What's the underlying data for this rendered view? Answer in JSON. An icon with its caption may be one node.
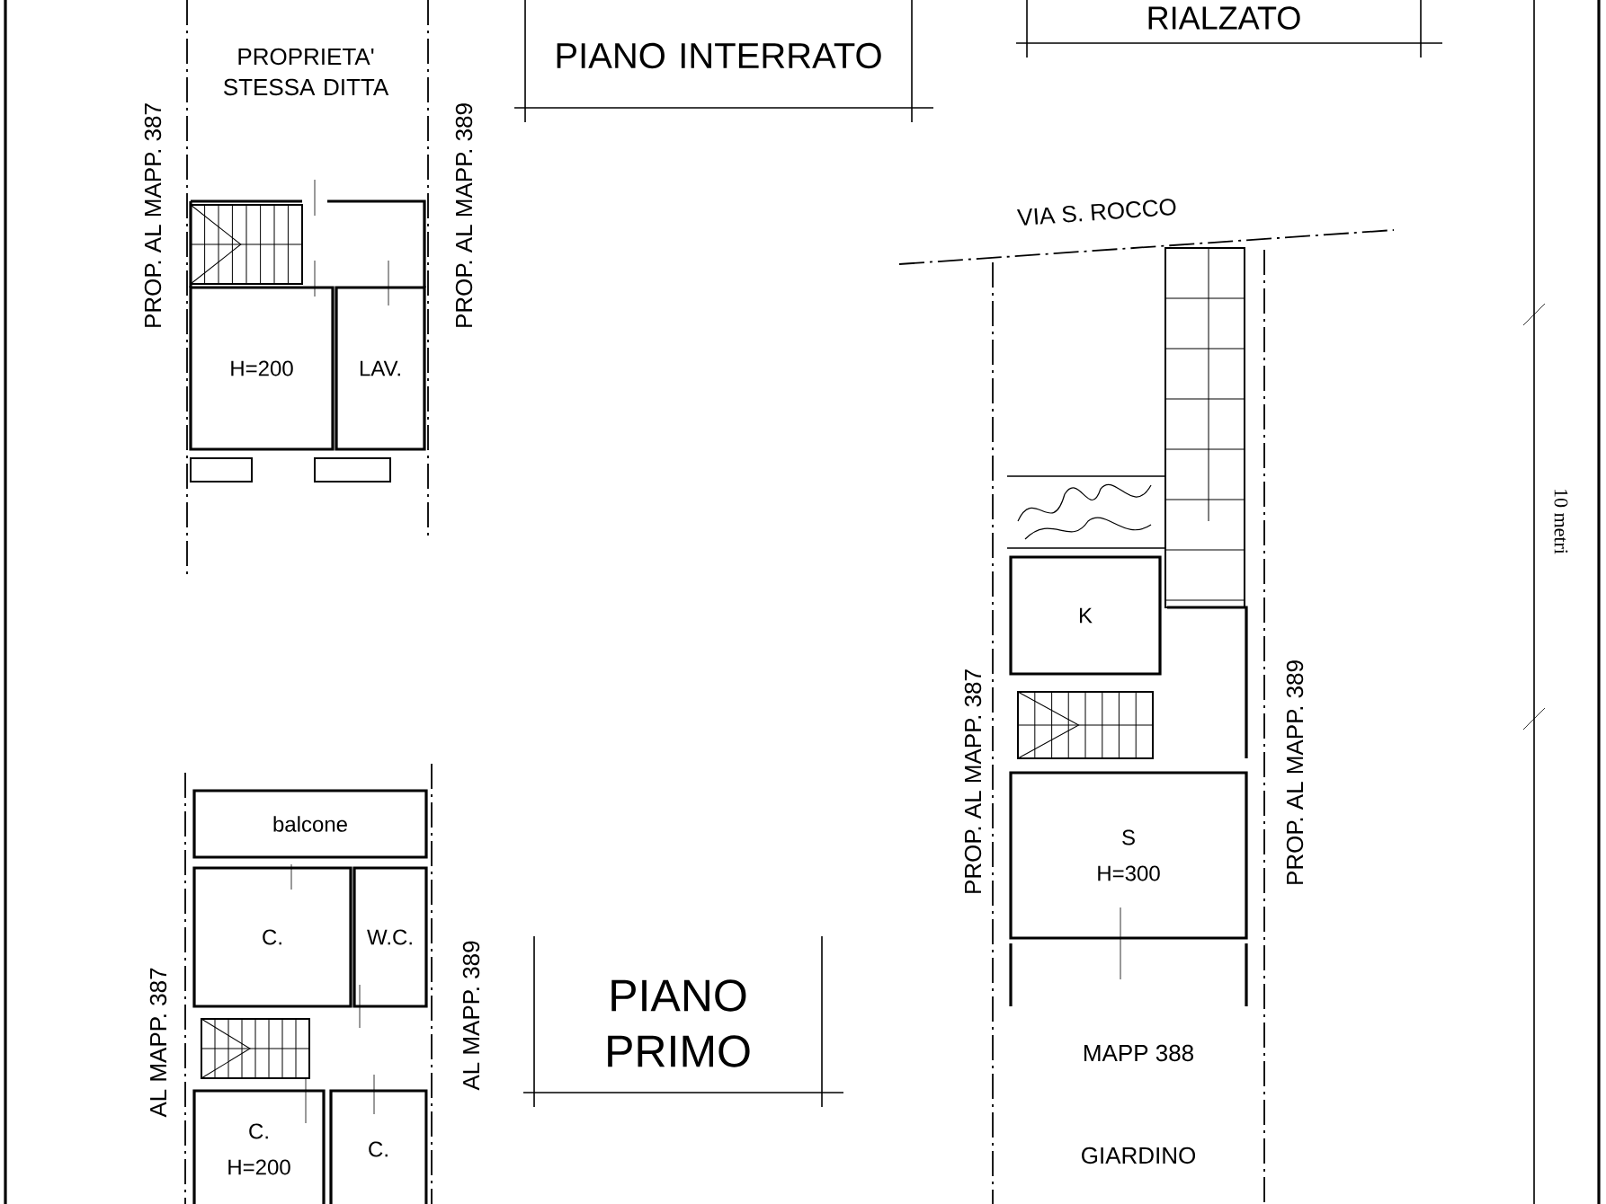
{
  "diagram": {
    "nodes": [
      {
        "text": [
          "PIANO INTERRATO"
        ]
      },
      {
        "text": [
          "RIALZATO"
        ]
      },
      {
        "text": [
          "PIANO PRIMO"
        ]
      },
      {
        "text": [
          "H=200"
        ]
      },
      {
        "text": [
          "LAV."
        ]
      },
      {
        "text": [
          "K"
        ]
      },
      {
        "text": [
          "S",
          "H=300"
        ]
      },
      {
        "text": [
          "balcone"
        ]
      },
      {
        "text": [
          "C."
        ]
      },
      {
        "text": [
          "W.C."
        ]
      },
      {
        "text": [
          "C.",
          "H=200"
        ]
      },
      {
        "text": [
          "C."
        ]
      }
    ],
    "labels": [
      "PROP. AL MAPP. 387",
      "PROP. AL MAPP. 389",
      "PROPRIETA' STESSA DITTA",
      "VIA S. ROCCO",
      "PROP. AL MAPP. 387",
      "PROP. AL MAPP. 389",
      "MAPP 388",
      "GIARDINO",
      "10 metri",
      "AL MAPP. 387",
      "AL MAPP. 389"
    ]
  }
}
